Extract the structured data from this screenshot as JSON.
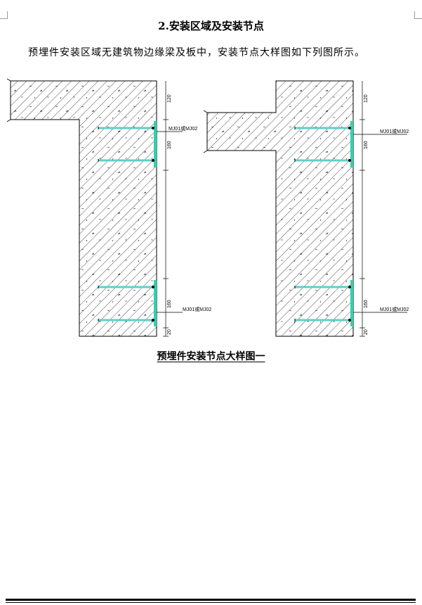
{
  "document": {
    "section_heading": "2.安装区域及安装节点",
    "paragraph": "预埋件安装区域无建筑物边缘梁及板中，安装节点大样图如下列图所示。",
    "figure_caption": "预埋件安装节点大样图一"
  },
  "drawing": {
    "left_detail": {
      "label_upper": "MJ01或MJ02",
      "label_lower": "MJ01或MJ02",
      "dim_top": "120",
      "dim_upper": "160",
      "dim_lower": "160",
      "dim_bottom": "20"
    },
    "right_detail": {
      "label_upper": "MJ01或MJ02",
      "label_lower": "MJ01或MJ02",
      "dim_top": "120",
      "dim_upper": "160",
      "dim_lower": "160",
      "dim_bottom": "20"
    },
    "colors": {
      "anchor": "#5fd0c8",
      "plate": "#2bd4b0",
      "hatch": "#000000"
    }
  }
}
